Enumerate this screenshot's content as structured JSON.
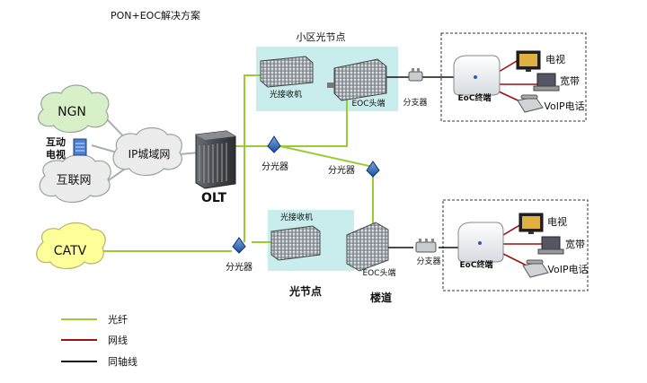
{
  "title": "PON+EOC解决方案",
  "clouds": {
    "ngn": "NGN",
    "ip_metro": "IP城域网",
    "internet": "互联网",
    "catv": "CATV"
  },
  "iptv_label_1": "互动",
  "iptv_label_2": "电视",
  "olt_label": "OLT",
  "top_section": {
    "node_title": "小区光节点",
    "receiver_label": "光接收机",
    "eoc_head_label": "EOC头端",
    "branch_label": "分支器",
    "terminal_label": "EoC终端",
    "tv_label": "电视",
    "broadband_label": "宽带",
    "voip_label": "VoIP电话",
    "splitter_1_label": "分光器",
    "splitter_2_label": "分光器"
  },
  "bottom_section": {
    "receiver_label": "光接收机",
    "eoc_head_label": "EOC头端",
    "branch_label": "分支器",
    "terminal_label": "EoC终端",
    "tv_label": "电视",
    "broadband_label": "宽带",
    "voip_label": "VoIP电话",
    "splitter_label": "分光器",
    "optical_node_label": "光节点",
    "building_label": "楼道"
  },
  "legend": [
    {
      "label": "光纤",
      "color": "#99cc33"
    },
    {
      "label": "网线",
      "color": "#991111"
    },
    {
      "label": "同轴线",
      "color": "#111111"
    }
  ],
  "colors": {
    "fiber": "#99cc33",
    "network": "#991111",
    "coax": "#111111",
    "node_box": "#c9ecec",
    "cloud_green": "#d8f0c8",
    "cloud_yellow": "#ffff99"
  }
}
